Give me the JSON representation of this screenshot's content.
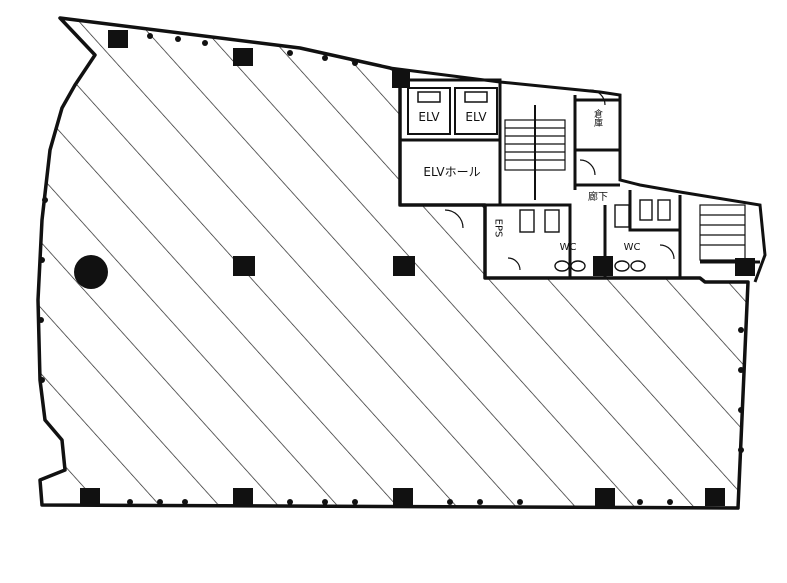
{
  "floorplan": {
    "labels": {
      "elv_1": "ELV",
      "elv_2": "ELV",
      "elv_hall": "ELVホール",
      "hallway": "廊下",
      "eps": "EPS",
      "wc_1": "WC",
      "wc_2": "WC",
      "storage": "倉庫"
    },
    "colors": {
      "wall": "#111111",
      "hatch": "#222222",
      "background": "#ffffff"
    }
  }
}
